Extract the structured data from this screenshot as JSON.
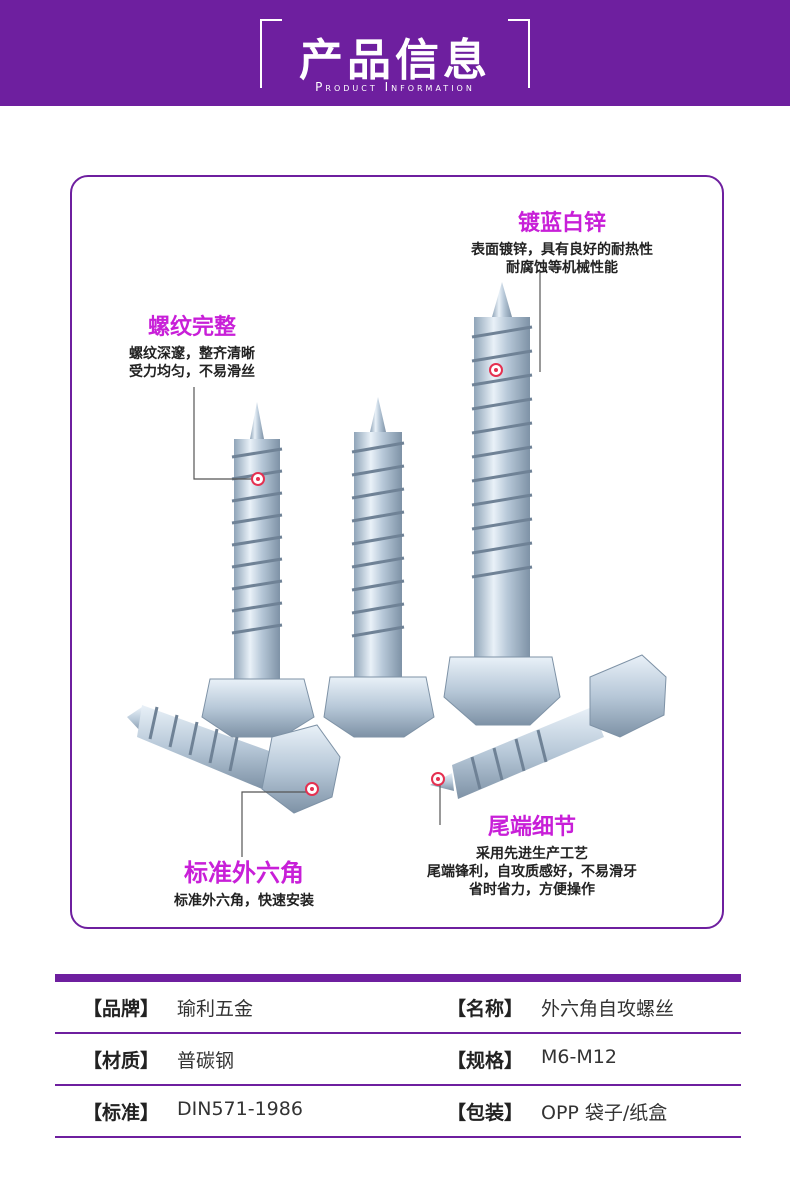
{
  "header": {
    "title": "产品信息",
    "subtitle": "Product Information"
  },
  "callouts": {
    "zinc": {
      "title": "镀蓝白锌",
      "line1": "表面镀锌，具有良好的耐热性",
      "line2": "耐腐蚀等机械性能"
    },
    "thread": {
      "title": "螺纹完整",
      "line1": "螺纹深邃，整齐清晰",
      "line2": "受力均匀，不易滑丝"
    },
    "hex": {
      "title": "标准外六角",
      "line1": "标准外六角，快速安装"
    },
    "tail": {
      "title": "尾端细节",
      "line1": "采用先进生产工艺",
      "line2": "尾端锋利，自攻质感好，不易滑牙",
      "line3": "省时省力，方便操作"
    }
  },
  "specs": [
    {
      "k1": "【品牌】",
      "v1": "瑜利五金",
      "k2": "【名称】",
      "v2": "外六角自攻螺丝"
    },
    {
      "k1": "【材质】",
      "v1": "普碳钢",
      "k2": "【规格】",
      "v2": "M6-M12"
    },
    {
      "k1": "【标准】",
      "v1": "DIN571-1986",
      "k2": "【包装】",
      "v2": "OPP 袋子/纸盒"
    }
  ],
  "colors": {
    "brand": "#6e1f9f",
    "accent": "#c81fd8"
  }
}
